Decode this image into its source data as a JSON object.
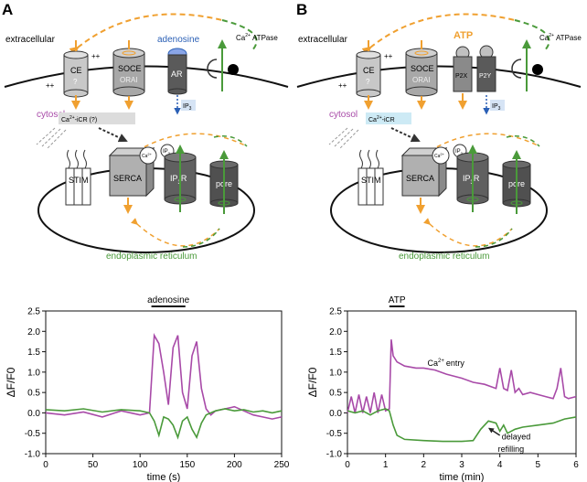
{
  "panelA": {
    "label": "A",
    "extracellular": "extracellular",
    "cytosol": "cytosol",
    "er": "endoplasmic reticulum",
    "ce": "CE",
    "ce_q": "?",
    "soce": "SOCE",
    "orai": "ORAI",
    "agonist": "adenosine",
    "receptor": "AR",
    "atpase": "ATPase",
    "ca": "Ca",
    "sup2": "2+",
    "ip3": "IP",
    "sub3": "3",
    "icr": "-iCR (?)",
    "stim": "STIM",
    "serca": "SERCA",
    "ip3r": "R",
    "pore": "pore",
    "plusplus": "++"
  },
  "panelB": {
    "label": "B",
    "extracellular": "extracellular",
    "cytosol": "cytosol",
    "er": "endoplasmic reticulum",
    "ce": "CE",
    "ce_q": "?",
    "soce": "SOCE",
    "orai": "ORAI",
    "agonist": "ATP",
    "p2x": "P2X",
    "p2y": "P2Y",
    "atpase": "ATPase",
    "ca": "Ca",
    "sup2": "2+",
    "ip3": "IP",
    "sub3": "3",
    "icr": "-iCR",
    "stim": "STIM",
    "serca": "SERCA",
    "ip3r": "R",
    "pore": "pore",
    "plusplus": "++"
  },
  "colors": {
    "purple": "#a84aa8",
    "green": "#4a9a3a",
    "orange": "#f0a030",
    "blue": "#2a5fb5"
  },
  "chart_data": [
    {
      "type": "line",
      "xlabel": "time (s)",
      "ylabel": "ΔF/F0",
      "xlim": [
        0,
        250
      ],
      "ylim": [
        -1.0,
        2.5
      ],
      "xticks": [
        0,
        50,
        100,
        150,
        200,
        250
      ],
      "yticks": [
        -1.0,
        -0.5,
        0.0,
        0.5,
        1.0,
        1.5,
        2.0,
        2.5
      ],
      "stimulus": {
        "label": "adenosine",
        "start": 112,
        "end": 148
      },
      "series": [
        {
          "color": "#a84aa8",
          "x": [
            0,
            20,
            40,
            60,
            80,
            100,
            110,
            115,
            120,
            125,
            130,
            135,
            140,
            145,
            150,
            155,
            160,
            165,
            170,
            175,
            180,
            190,
            200,
            210,
            220,
            230,
            240,
            250
          ],
          "y": [
            0.0,
            -0.05,
            0.02,
            -0.1,
            0.05,
            -0.05,
            0.0,
            1.9,
            1.7,
            1.0,
            0.2,
            1.6,
            1.9,
            0.5,
            0.1,
            1.4,
            1.75,
            0.6,
            0.1,
            -0.05,
            0.05,
            0.1,
            0.15,
            0.05,
            -0.05,
            -0.1,
            -0.15,
            -0.1
          ]
        },
        {
          "color": "#4a9a3a",
          "x": [
            0,
            20,
            40,
            60,
            80,
            100,
            110,
            115,
            120,
            125,
            130,
            135,
            140,
            145,
            150,
            155,
            160,
            165,
            170,
            175,
            180,
            190,
            200,
            210,
            220,
            230,
            240,
            250
          ],
          "y": [
            0.08,
            0.05,
            0.1,
            0.02,
            0.08,
            0.05,
            0.0,
            -0.2,
            -0.55,
            -0.1,
            -0.15,
            -0.3,
            -0.6,
            -0.2,
            -0.1,
            -0.4,
            -0.6,
            -0.25,
            -0.05,
            0.0,
            0.05,
            0.1,
            0.05,
            0.08,
            0.02,
            0.05,
            0.0,
            0.05
          ]
        }
      ]
    },
    {
      "type": "line",
      "xlabel": "time (min)",
      "ylabel": "ΔF/F0",
      "xlim": [
        0,
        6
      ],
      "ylim": [
        -1.0,
        2.5
      ],
      "xticks": [
        0,
        1,
        2,
        3,
        4,
        5,
        6
      ],
      "yticks": [
        -1.0,
        -0.5,
        0.0,
        0.5,
        1.0,
        1.5,
        2.0,
        2.5
      ],
      "stimulus": {
        "label": "ATP",
        "start": 1.1,
        "end": 1.5
      },
      "annotations": [
        {
          "text": "entry",
          "prefix": "Ca",
          "sup": "2+",
          "x": 2.1,
          "y": 1.15
        },
        {
          "text": "delayed",
          "x": 4.05,
          "y": -0.65
        },
        {
          "text": "refilling",
          "x": 3.95,
          "y": -0.95
        }
      ],
      "series": [
        {
          "color": "#a84aa8",
          "x": [
            0,
            0.1,
            0.2,
            0.3,
            0.4,
            0.5,
            0.6,
            0.7,
            0.8,
            0.9,
            1.0,
            1.1,
            1.15,
            1.2,
            1.3,
            1.5,
            1.8,
            2.0,
            2.3,
            2.6,
            3.0,
            3.3,
            3.6,
            3.9,
            4.0,
            4.1,
            4.2,
            4.3,
            4.4,
            4.5,
            4.6,
            4.8,
            5.0,
            5.2,
            5.4,
            5.5,
            5.6,
            5.7,
            5.8,
            6.0
          ],
          "y": [
            0.0,
            0.4,
            0.0,
            0.45,
            0.0,
            0.4,
            0.0,
            0.5,
            0.0,
            0.45,
            0.05,
            0.1,
            1.8,
            1.4,
            1.25,
            1.15,
            1.1,
            1.1,
            1.05,
            0.95,
            0.85,
            0.75,
            0.7,
            0.6,
            1.1,
            0.6,
            0.55,
            1.05,
            0.5,
            0.6,
            0.45,
            0.5,
            0.45,
            0.4,
            0.35,
            0.6,
            1.1,
            0.4,
            0.35,
            0.4
          ]
        },
        {
          "color": "#4a9a3a",
          "x": [
            0,
            0.2,
            0.4,
            0.6,
            0.8,
            1.0,
            1.1,
            1.2,
            1.3,
            1.5,
            2.0,
            2.5,
            3.0,
            3.3,
            3.5,
            3.7,
            3.9,
            4.0,
            4.1,
            4.2,
            4.4,
            4.6,
            5.0,
            5.4,
            5.7,
            6.0
          ],
          "y": [
            0.05,
            0.0,
            0.05,
            -0.05,
            0.05,
            0.1,
            0.05,
            -0.3,
            -0.55,
            -0.65,
            -0.68,
            -0.7,
            -0.7,
            -0.68,
            -0.4,
            -0.2,
            -0.25,
            -0.45,
            -0.3,
            -0.5,
            -0.4,
            -0.35,
            -0.3,
            -0.25,
            -0.15,
            -0.1
          ]
        }
      ]
    }
  ]
}
